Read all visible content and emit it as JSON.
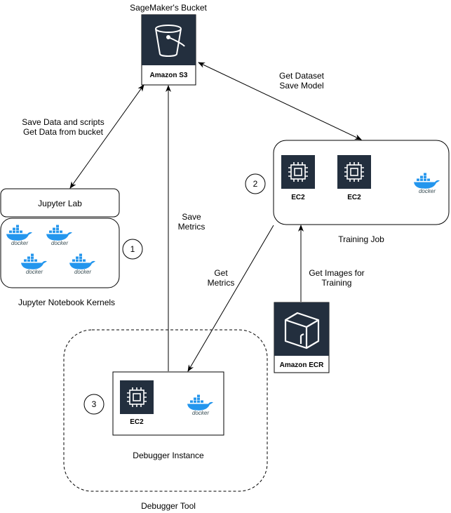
{
  "s3": {
    "title": "SageMaker's Bucket",
    "label": "Amazon S3"
  },
  "jupyter": {
    "lab": "Jupyter Lab",
    "kernels": "Jupyter Notebook Kernels",
    "step": "1"
  },
  "training": {
    "label": "Training Job",
    "step": "2",
    "ec2a": "EC2",
    "ec2b": "EC2"
  },
  "debugger": {
    "instance": "Debugger Instance",
    "tool": "Debugger Tool",
    "step": "3",
    "ec2": "EC2"
  },
  "ecr": {
    "label": "Amazon ECR"
  },
  "edges": {
    "save_data": "Save Data and scripts",
    "get_data": "Get Data from bucket",
    "get_dataset": "Get Dataset",
    "save_model": "Save Model",
    "save_metrics_1": "Save",
    "save_metrics_2": "Metrics",
    "get_metrics_1": "Get",
    "get_metrics_2": "Metrics",
    "get_images_1": "Get Images for",
    "get_images_2": "Training"
  },
  "docker_word": "docker",
  "colors": {
    "service_bg": "#232f3e",
    "docker_blue": "#2496ed",
    "docker_text": "#394d54"
  }
}
